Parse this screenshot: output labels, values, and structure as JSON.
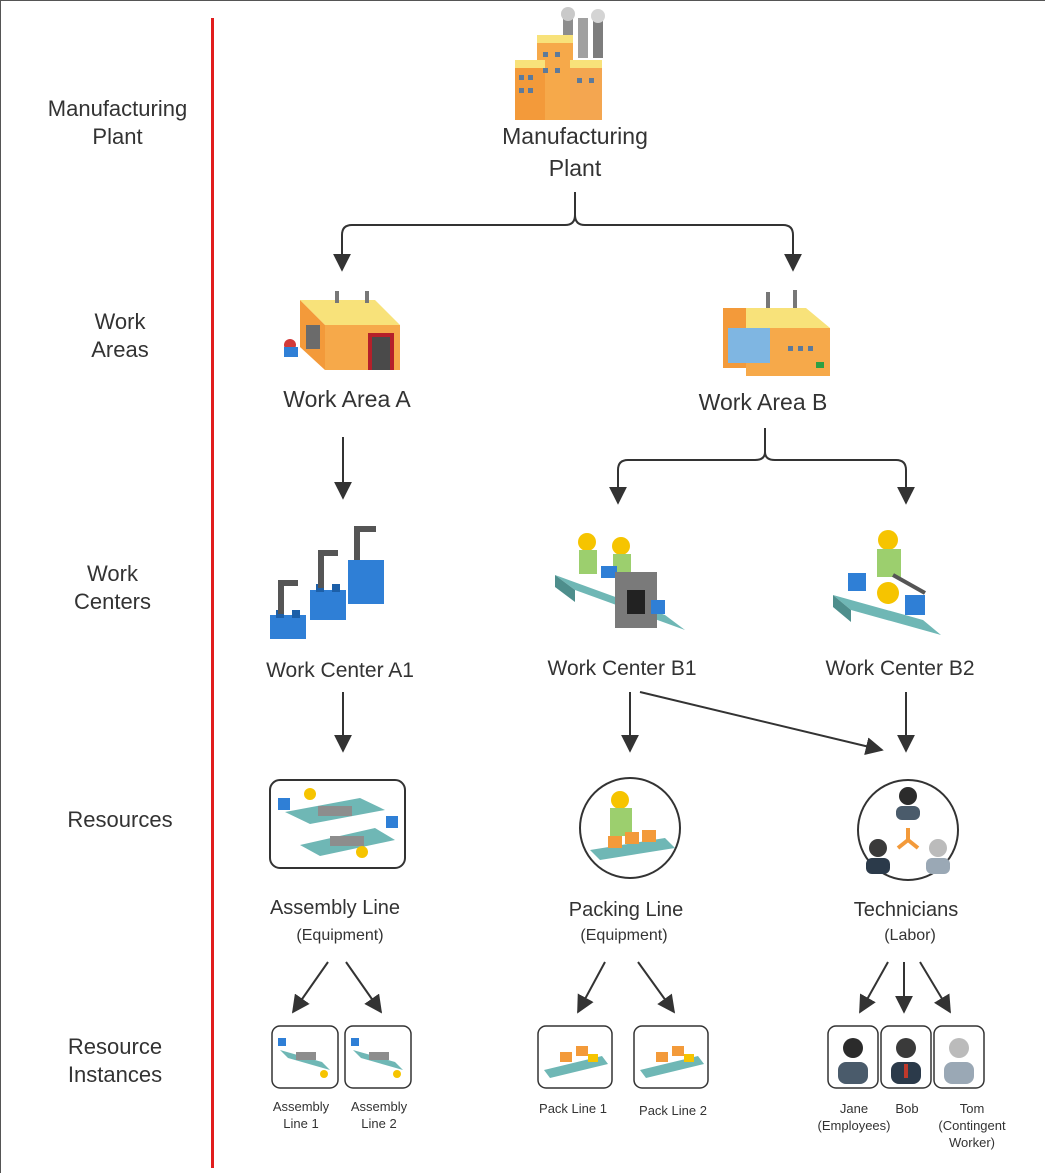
{
  "levels": {
    "plant": "Manufacturing\nPlant",
    "work_areas": "Work\nAreas",
    "work_centers": "Work\nCenters",
    "resources": "Resources",
    "instances": "Resource\nInstances"
  },
  "nodes": {
    "plant": "Manufacturing\nPlant",
    "work_area_a": "Work  Area A",
    "work_area_b": "Work Area B",
    "wc_a1": "Work Center  A1",
    "wc_b1": "Work Center  B1",
    "wc_b2": "Work Center  B2",
    "assembly_line": "Assembly Line",
    "assembly_line_type": "(Equipment)",
    "packing_line": "Packing Line",
    "packing_line_type": "(Equipment)",
    "technicians": "Technicians",
    "technicians_type": "(Labor)"
  },
  "instances": {
    "assembly_line_1": "Assembly\nLine 1",
    "assembly_line_2": "Assembly\nLine 2",
    "pack_line_1": "Pack Line 1",
    "pack_line_2": "Pack Line 2",
    "jane": "Jane\n(Employees)",
    "bob": "Bob",
    "tom": "Tom\n(Contingent\nWorker)"
  },
  "colors": {
    "divider": "#e11d1d",
    "connector": "#333333",
    "building_orange": "#f6a94a",
    "building_roof": "#f8e27a",
    "blue": "#2f7fd6",
    "yellow": "#f6c400",
    "teal_conveyor": "#6fb7b5",
    "worker_green": "#9ccf6e"
  }
}
